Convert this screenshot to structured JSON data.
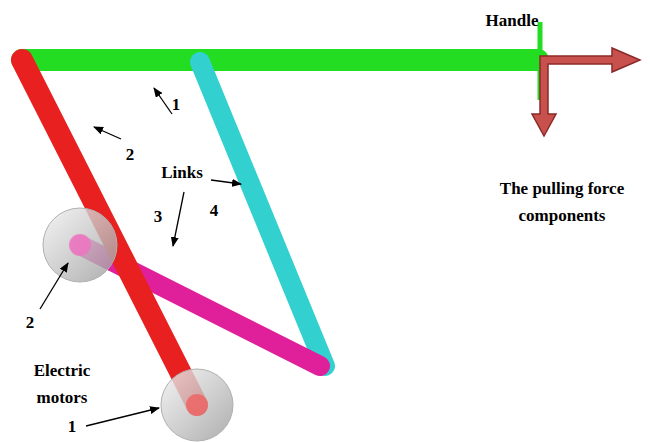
{
  "diagram": {
    "labels": [
      "Handle",
      "1",
      "2",
      "Links",
      "3",
      "4",
      "The pulling force components",
      "2",
      "Electric motors",
      "1"
    ]
  }
}
